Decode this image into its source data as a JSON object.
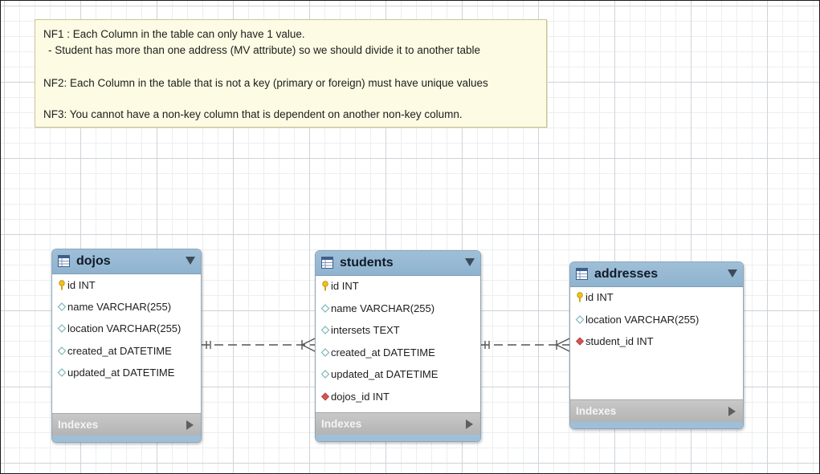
{
  "note": {
    "line1": "NF1 : Each Column in the table can only have 1 value.",
    "line2": "- Student has more than one address (MV attribute) so we should divide it to another table",
    "line3": "NF2: Each Column in the table that is not a key (primary or foreign) must have unique values",
    "line4": "NF3: You cannot have a non-key column that is dependent on another non-key column."
  },
  "tables": [
    {
      "name": "dojos",
      "columns": [
        {
          "text": "id INT",
          "icon": "primary-key-icon"
        },
        {
          "text": "name VARCHAR(255)",
          "icon": "column-diamond-icon"
        },
        {
          "text": "location VARCHAR(255)",
          "icon": "column-diamond-icon"
        },
        {
          "text": "created_at DATETIME",
          "icon": "column-diamond-icon"
        },
        {
          "text": "updated_at DATETIME",
          "icon": "column-diamond-icon"
        }
      ],
      "indexes_label": "Indexes"
    },
    {
      "name": "students",
      "columns": [
        {
          "text": "id INT",
          "icon": "primary-key-icon"
        },
        {
          "text": "name VARCHAR(255)",
          "icon": "column-diamond-icon"
        },
        {
          "text": "intersets TEXT",
          "icon": "column-diamond-icon"
        },
        {
          "text": "created_at DATETIME",
          "icon": "column-diamond-icon"
        },
        {
          "text": "updated_at DATETIME",
          "icon": "column-diamond-icon"
        },
        {
          "text": "dojos_id INT",
          "icon": "foreign-key-icon"
        }
      ],
      "indexes_label": "Indexes"
    },
    {
      "name": "addresses",
      "columns": [
        {
          "text": "id INT",
          "icon": "primary-key-icon"
        },
        {
          "text": "location VARCHAR(255)",
          "icon": "column-diamond-icon"
        },
        {
          "text": "student_id INT",
          "icon": "foreign-key-icon"
        }
      ],
      "indexes_label": "Indexes"
    }
  ],
  "relationships": [
    {
      "from": "dojos",
      "to": "students",
      "from_cardinality": "one-and-only-one",
      "to_cardinality": "one-or-many",
      "style": "dashed"
    },
    {
      "from": "students",
      "to": "addresses",
      "from_cardinality": "one-and-only-one",
      "to_cardinality": "one-or-many",
      "style": "dashed"
    }
  ],
  "colors": {
    "header": "#9fbfd8",
    "note_bg": "#fdfbe3",
    "indexes_bar": "#bdbdbd",
    "primary_key": "#f2c21b",
    "foreign_key": "#d9534f",
    "column_icon": "#8fc6c9"
  }
}
